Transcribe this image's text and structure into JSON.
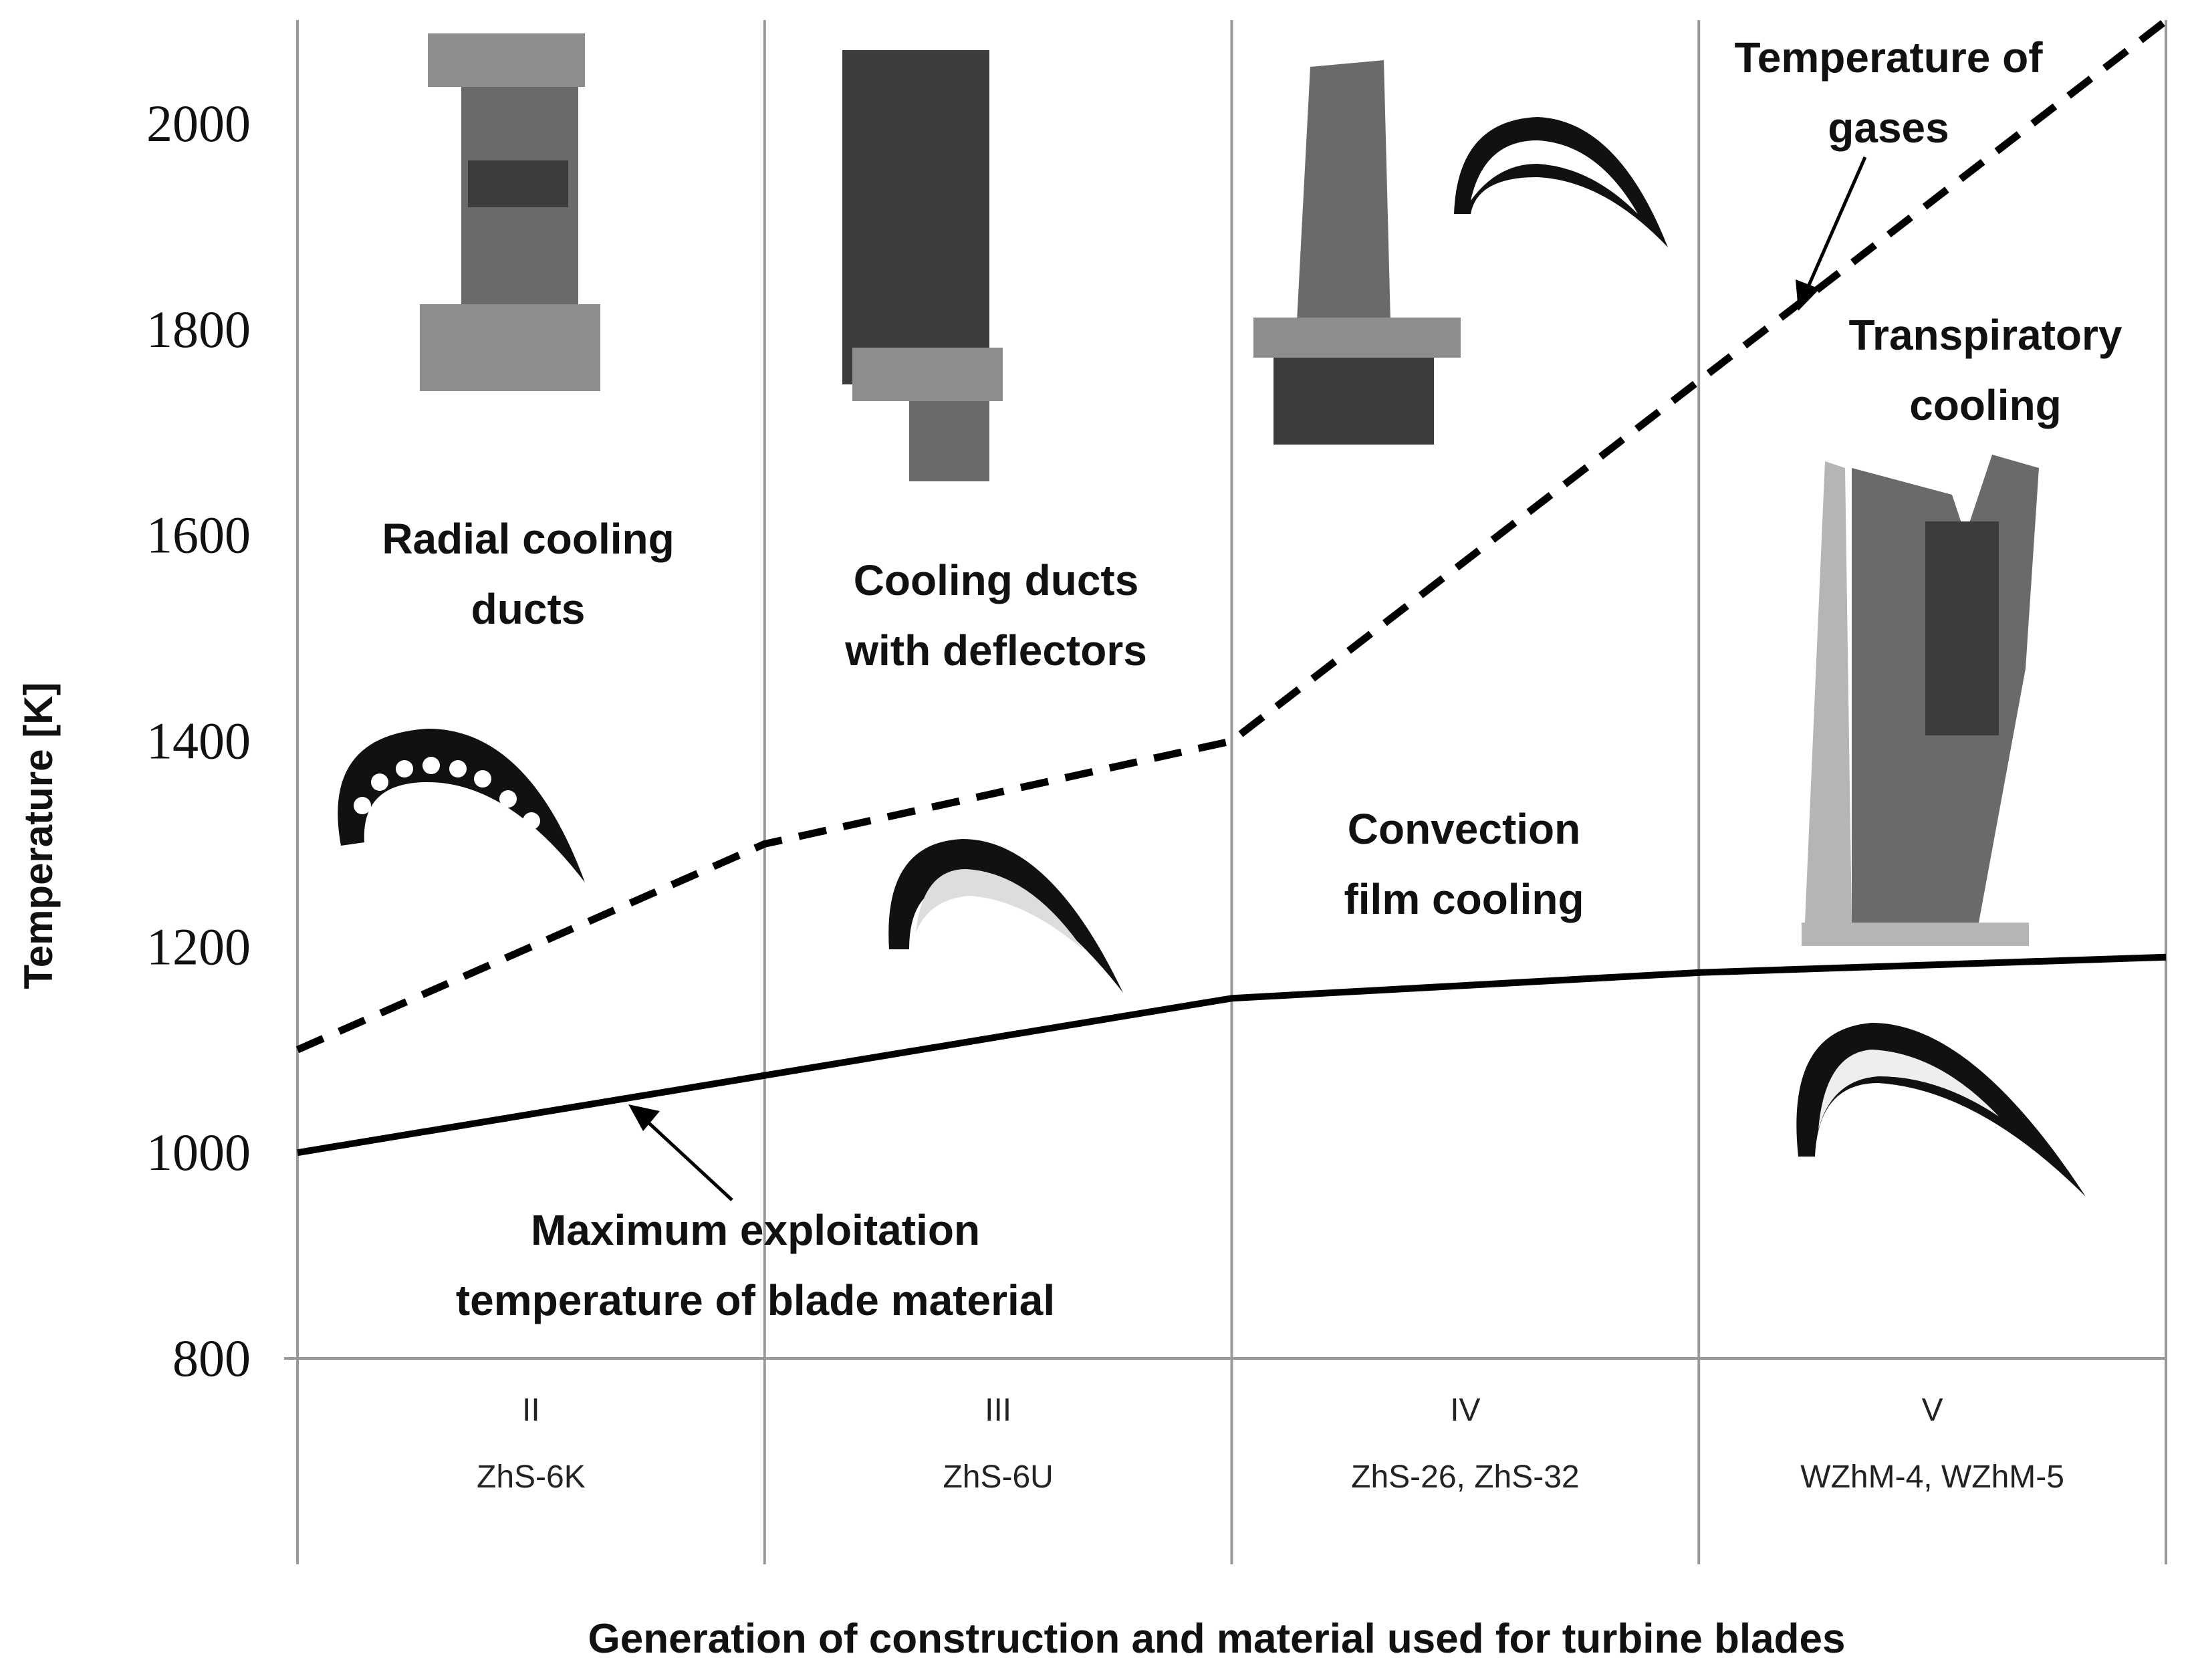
{
  "chart_data": {
    "type": "line",
    "ylabel": "Temperature [K]",
    "xlabel": "Generation of construction and material used for turbine blades",
    "ylim": [
      800,
      2100
    ],
    "yticks": [
      800,
      1000,
      1200,
      1400,
      1600,
      1800,
      2000
    ],
    "x_domain": [
      0,
      4
    ],
    "grid": true,
    "categories": [
      {
        "generation": "II",
        "materials": "ZhS-6K"
      },
      {
        "generation": "III",
        "materials": "ZhS-6U"
      },
      {
        "generation": "IV",
        "materials": "ZhS-26, ZhS-32"
      },
      {
        "generation": "V",
        "materials": "WZhM-4, WZhM-5"
      }
    ],
    "series": [
      {
        "style": "dashed",
        "x": [
          0,
          1,
          1.3,
          2,
          3,
          4
        ],
        "y": [
          1100,
          1300,
          1330,
          1400,
          1750,
          2100
        ]
      },
      {
        "style": "solid",
        "x": [
          0,
          1,
          2,
          3,
          4
        ],
        "y": [
          1000,
          1075,
          1150,
          1175,
          1190
        ]
      }
    ],
    "annotations": [
      {
        "text": [
          "Temperature of",
          "gases"
        ]
      },
      {
        "text": [
          "Radial cooling",
          "ducts"
        ]
      },
      {
        "text": [
          "Cooling ducts",
          "with deflectors"
        ]
      },
      {
        "text": [
          "Convection",
          "film cooling"
        ]
      },
      {
        "text": [
          "Transpiratory",
          "cooling"
        ]
      },
      {
        "text": [
          "Maximum exploitation",
          "temperature of blade material"
        ]
      }
    ]
  },
  "colors": {
    "line": "#000000",
    "grid": "#9a9a9a",
    "background": "#ffffff"
  }
}
